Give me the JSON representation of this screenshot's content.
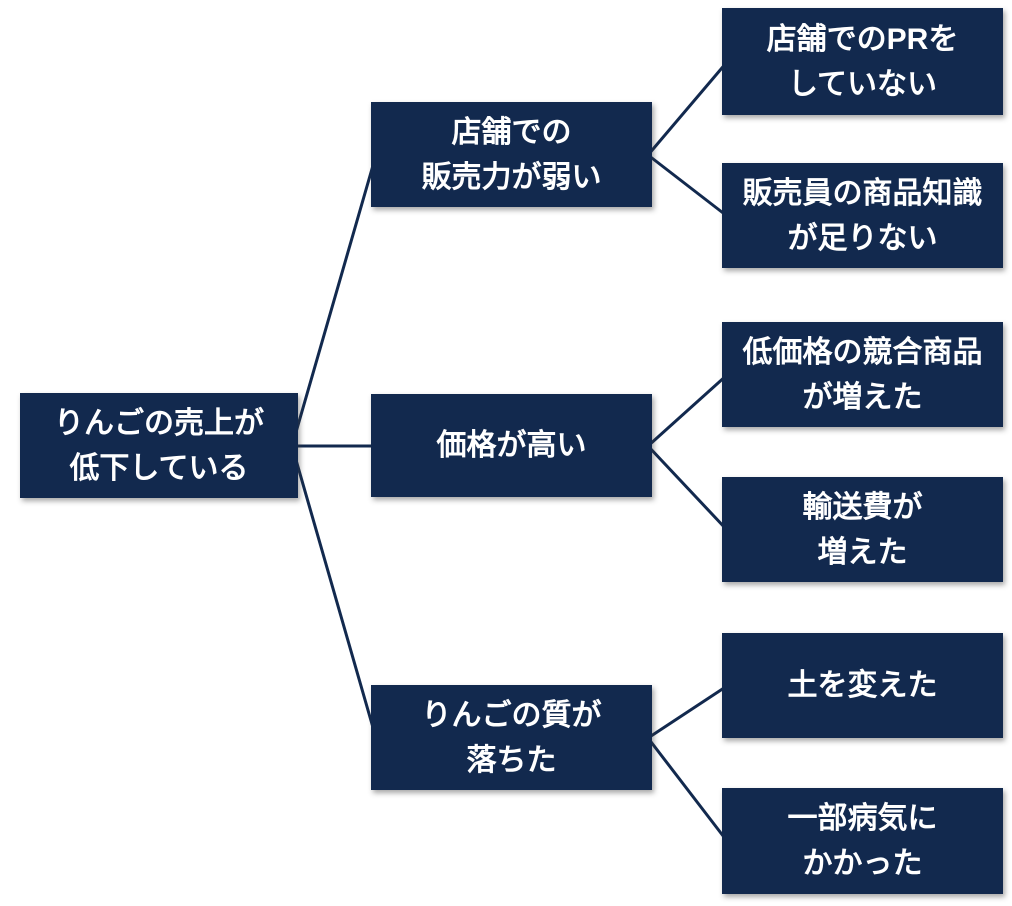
{
  "colors": {
    "box_bg": "#12294E",
    "line": "#12294E",
    "text": "#FFFFFF",
    "background": "#FFFFFF"
  },
  "tree": {
    "root": {
      "label": "りんごの売上が\n低下している"
    },
    "branches": [
      {
        "label": "店舗での\n販売力が弱い",
        "children": [
          {
            "label": "店舗でのPRを\nしていない"
          },
          {
            "label": "販売員の商品知識\nが足りない"
          }
        ]
      },
      {
        "label": "価格が高い",
        "children": [
          {
            "label": "低価格の競合商品\nが増えた"
          },
          {
            "label": "輸送費が\n増えた"
          }
        ]
      },
      {
        "label": "りんごの質が\n落ちた",
        "children": [
          {
            "label": "土を変えた"
          },
          {
            "label": "一部病気に\nかかった"
          }
        ]
      }
    ]
  }
}
